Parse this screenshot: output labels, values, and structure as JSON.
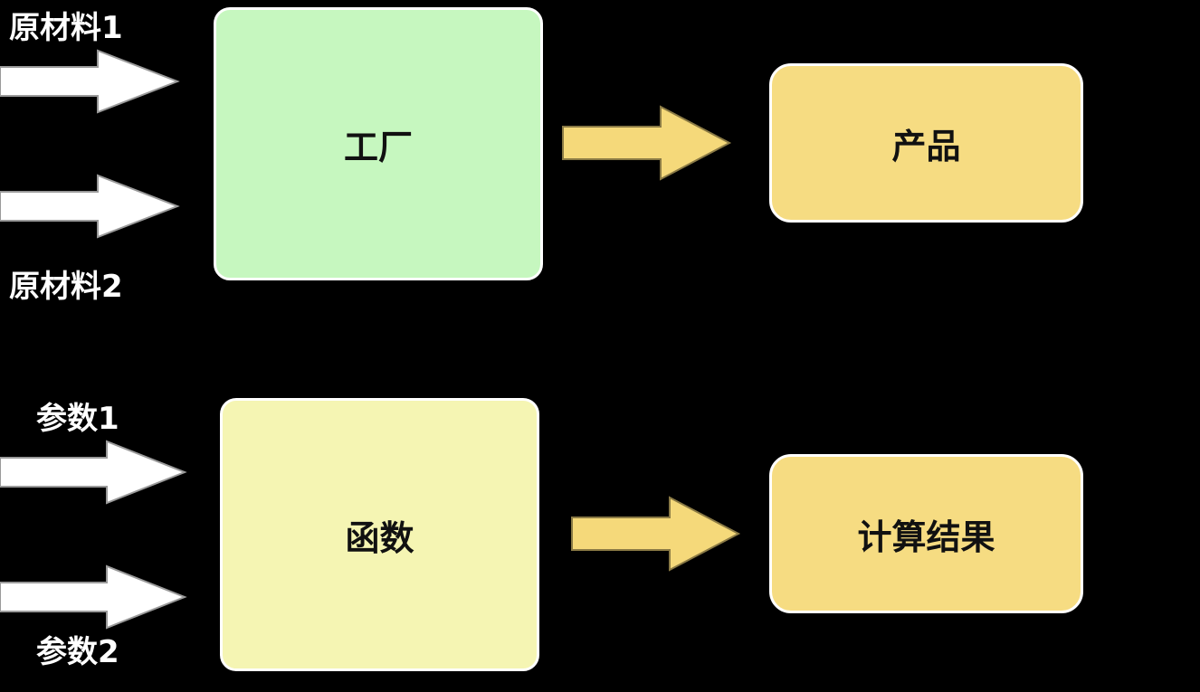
{
  "row1": {
    "input_top": "原材料1",
    "input_bottom": "原材料2",
    "process": "工厂",
    "output": "产品"
  },
  "row2": {
    "input_top": "参数1",
    "input_bottom": "参数2",
    "process": "函数",
    "output": "计算结果"
  },
  "colors": {
    "background": "#000000",
    "input_arrow": "#ffffff",
    "output_arrow": "#f5d97a",
    "factory_box": "#c6f7bf",
    "function_box": "#f5f5b3",
    "output_box": "#f6dc82"
  }
}
